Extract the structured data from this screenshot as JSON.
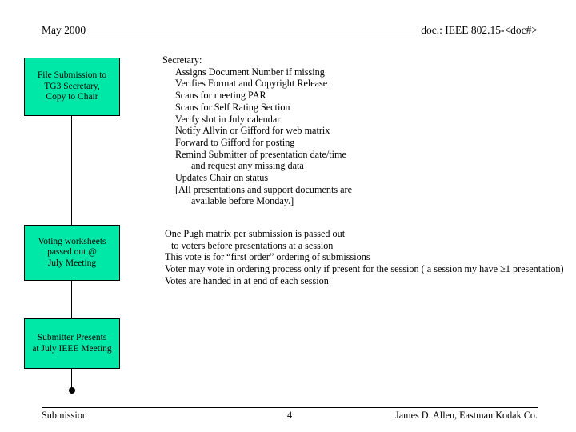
{
  "header": {
    "date": "May 2000",
    "doc_ref": "doc.: IEEE 802.15-<doc#>"
  },
  "flow_boxes": [
    {
      "id": "file-submission",
      "lines": [
        "File Submission to",
        "TG3 Secretary,",
        "Copy to Chair"
      ]
    },
    {
      "id": "voting-worksheets",
      "lines": [
        "Voting worksheets",
        "passed out @",
        "July Meeting"
      ]
    },
    {
      "id": "submitter-presents",
      "lines": [
        "Submitter Presents",
        "at July IEEE Meeting"
      ]
    }
  ],
  "secretary_block": {
    "heading": "Secretary:",
    "items": [
      {
        "text": "Assigns Document Number if missing",
        "indent": 1
      },
      {
        "text": "Verifies Format and Copyright Release",
        "indent": 1
      },
      {
        "text": "Scans for meeting PAR",
        "indent": 1
      },
      {
        "text": "Scans for Self Rating Section",
        "indent": 1
      },
      {
        "text": "Verify slot in July calendar",
        "indent": 1
      },
      {
        "text": "Notify Allvin or Gifford for web matrix",
        "indent": 1
      },
      {
        "text": "Forward to Gifford for posting",
        "indent": 1
      },
      {
        "text": "Remind Submitter of presentation date/time",
        "indent": 1
      },
      {
        "text": "and request any missing data",
        "indent": 2
      },
      {
        "text": "Updates Chair on status",
        "indent": 1
      },
      {
        "text": "[All presentations and support documents are",
        "indent": 1
      },
      {
        "text": "available before Monday.]",
        "indent": 2
      }
    ]
  },
  "pugh_block": {
    "lines": [
      {
        "text": "One Pugh matrix per submission is passed out",
        "indent": 0
      },
      {
        "text": "to voters before presentations at a session",
        "indent": 1
      },
      {
        "text": "This vote is for “first order” ordering of submissions",
        "indent": 0
      },
      {
        "text": "Voter may vote in ordering process only if present for the session ( a session my have ≥1 presentation)",
        "indent": 0
      },
      {
        "text": "Votes are handed in at end of each session",
        "indent": 0
      }
    ]
  },
  "footer": {
    "left": "Submission",
    "page": "4",
    "right": "James D. Allen, Eastman Kodak Co."
  },
  "colors": {
    "box_fill": "#00e8a8",
    "box_border": "#000000",
    "text": "#000000",
    "background": "#ffffff"
  }
}
